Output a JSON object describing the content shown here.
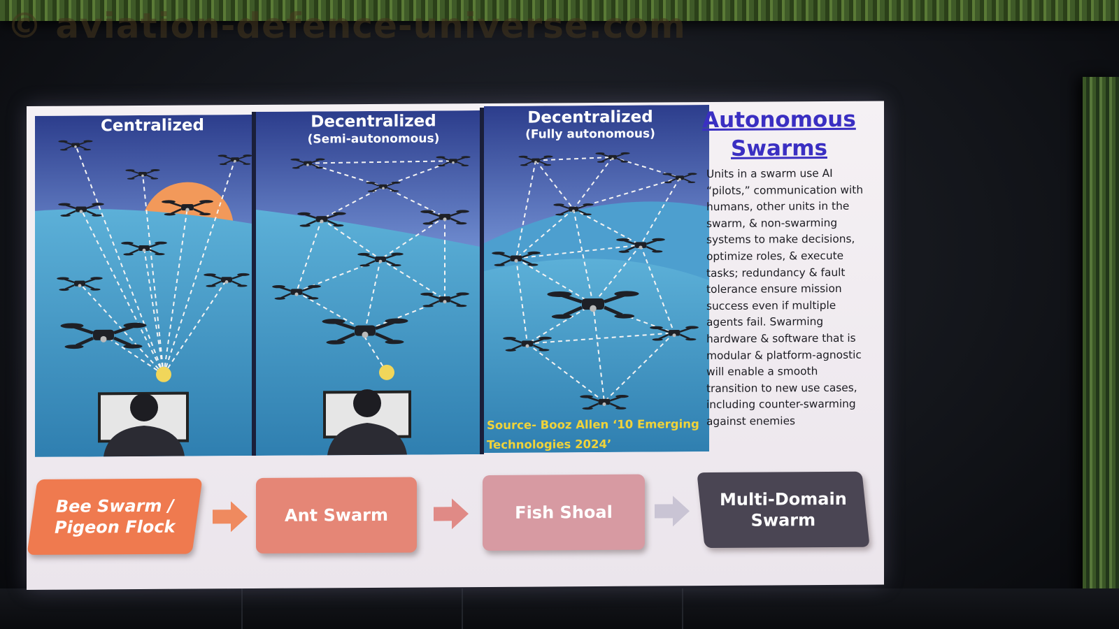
{
  "watermark": "© aviation-defence-universe.com",
  "panels": [
    {
      "title": "Centralized",
      "subtitle": ""
    },
    {
      "title": "Decentralized",
      "subtitle": "(Semi-autonomous)"
    },
    {
      "title": "Decentralized",
      "subtitle": "(Fully autonomous)"
    }
  ],
  "source": {
    "line1": "Source- Booz Allen ‘10 Emerging",
    "line2": "Technologies 2024’"
  },
  "side": {
    "title_line1": "Autonomous",
    "title_line2": "Swarms",
    "body": "Units in a swarm use AI “pilots,” communication with humans, other units in the swarm, & non-swarming systems to make decisions, optimize roles, & execute tasks; redundancy & fault tolerance ensure mission success even if multiple agents fail. Swarming hardware & software that is modular & platform-agnostic will enable a smooth transition to new use cases, including counter-swarming against enemies"
  },
  "stages": [
    {
      "line1": "Bee Swarm /",
      "line2": "Pigeon Flock",
      "color": "#ef7a4f"
    },
    {
      "line1": "Ant Swarm",
      "line2": "",
      "color": "#e58676"
    },
    {
      "line1": "Fish Shoal",
      "line2": "",
      "color": "#d79aa2"
    },
    {
      "line1": "Multi-Domain",
      "line2": "Swarm",
      "color": "#4a4553"
    }
  ],
  "arrow_colors": [
    "#ef8a5f",
    "#e08a86",
    "#c9c4d4"
  ],
  "colors": {
    "sky_top": "#2c3d8c",
    "sky_bottom": "#a9c6ee",
    "sea": "#4aa0cc",
    "sun": "#f2995a",
    "title_link": "#3a2fc2",
    "source_text": "#f0d33a"
  }
}
